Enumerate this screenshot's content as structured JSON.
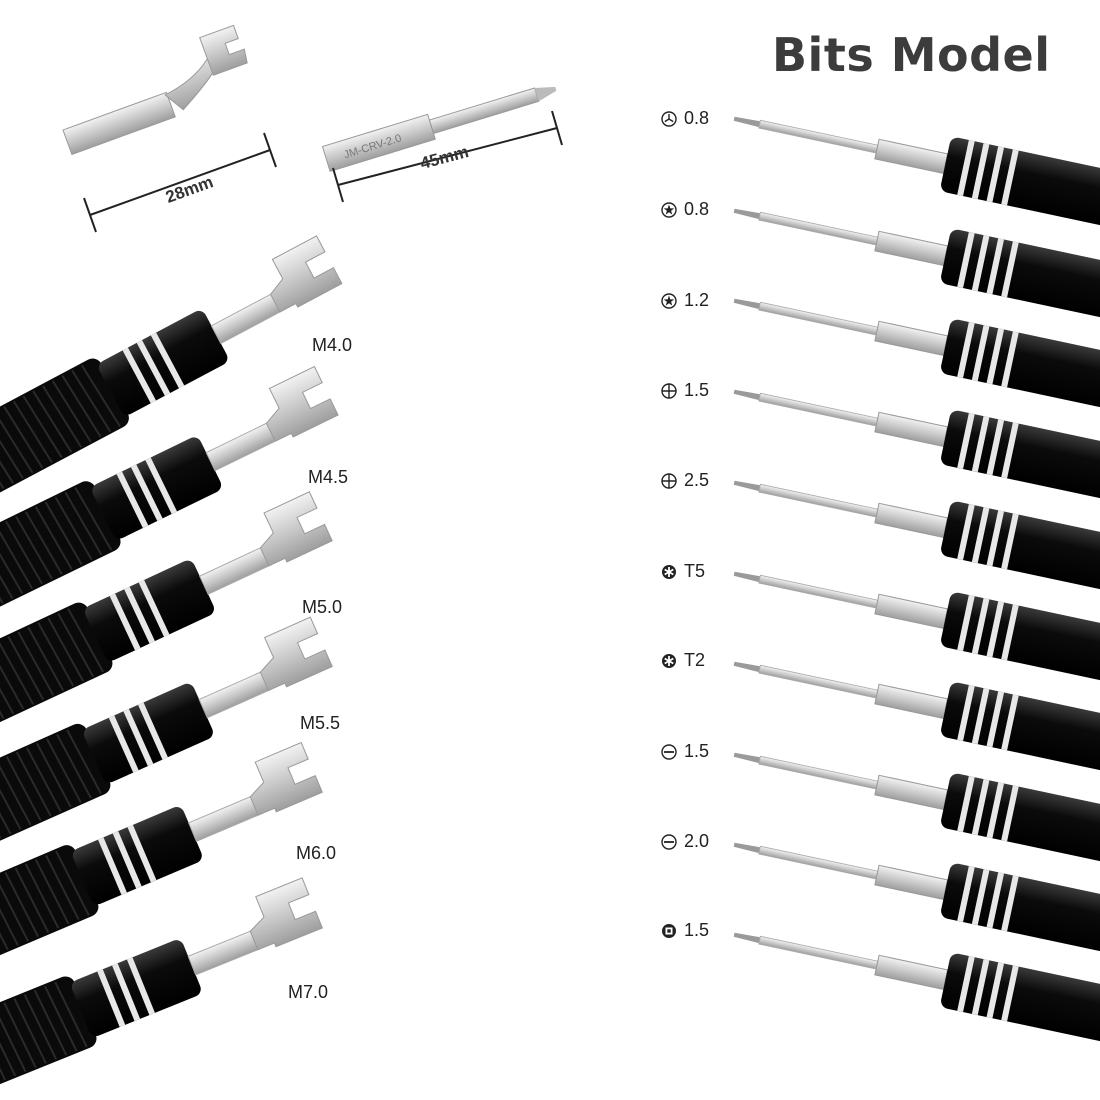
{
  "title": "Bits Model",
  "dimensions": [
    {
      "label": "28mm",
      "part": "wrench-bit"
    },
    {
      "label": "45mm",
      "part": "screwdriver-bit",
      "engraving": "JM-CRV-2.0"
    }
  ],
  "wrench_bits": [
    {
      "label": "M4.0"
    },
    {
      "label": "M4.5"
    },
    {
      "label": "M5.0"
    },
    {
      "label": "M5.5"
    },
    {
      "label": "M6.0"
    },
    {
      "label": "M7.0"
    }
  ],
  "screwdriver_bits": [
    {
      "label": "0.8",
      "icon": "y-tip-icon"
    },
    {
      "label": "0.8",
      "icon": "pentalobe-icon"
    },
    {
      "label": "1.2",
      "icon": "pentalobe-icon"
    },
    {
      "label": "1.5",
      "icon": "phillips-icon"
    },
    {
      "label": "2.5",
      "icon": "phillips-icon"
    },
    {
      "label": "T5",
      "icon": "torx-icon"
    },
    {
      "label": "T2",
      "icon": "torx-icon"
    },
    {
      "label": "1.5",
      "icon": "slotted-icon"
    },
    {
      "label": "2.0",
      "icon": "slotted-icon"
    },
    {
      "label": "1.5",
      "icon": "square-icon"
    }
  ],
  "colors": {
    "handle": "#111111",
    "ring": "#e6e6e6",
    "steel": "#c8c8c8",
    "text": "#222222",
    "title": "#3c3c3c"
  }
}
